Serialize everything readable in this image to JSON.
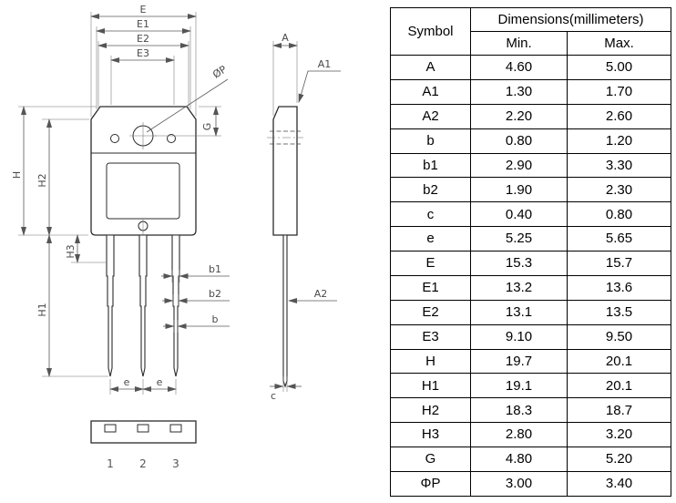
{
  "table": {
    "header": {
      "symbol": "Symbol",
      "dimensions": "Dimensions(millimeters)",
      "min": "Min.",
      "max": "Max."
    },
    "rows": [
      {
        "symbol": "A",
        "min": "4.60",
        "max": "5.00"
      },
      {
        "symbol": "A1",
        "min": "1.30",
        "max": "1.70"
      },
      {
        "symbol": "A2",
        "min": "2.20",
        "max": "2.60"
      },
      {
        "symbol": "b",
        "min": "0.80",
        "max": "1.20"
      },
      {
        "symbol": "b1",
        "min": "2.90",
        "max": "3.30"
      },
      {
        "symbol": "b2",
        "min": "1.90",
        "max": "2.30"
      },
      {
        "symbol": "c",
        "min": "0.40",
        "max": "0.80"
      },
      {
        "symbol": "e",
        "min": "5.25",
        "max": "5.65"
      },
      {
        "symbol": "E",
        "min": "15.3",
        "max": "15.7"
      },
      {
        "symbol": "E1",
        "min": "13.2",
        "max": "13.6"
      },
      {
        "symbol": "E2",
        "min": "13.1",
        "max": "13.5"
      },
      {
        "symbol": "E3",
        "min": "9.10",
        "max": "9.50"
      },
      {
        "symbol": "H",
        "min": "19.7",
        "max": "20.1"
      },
      {
        "symbol": "H1",
        "min": "19.1",
        "max": "20.1"
      },
      {
        "symbol": "H2",
        "min": "18.3",
        "max": "18.7"
      },
      {
        "symbol": "H3",
        "min": "2.80",
        "max": "3.20"
      },
      {
        "symbol": "G",
        "min": "4.80",
        "max": "5.20"
      },
      {
        "symbol": "ΦP",
        "min": "3.00",
        "max": "3.40"
      }
    ]
  },
  "drawing": {
    "front_view": {
      "dim_E": "E",
      "dim_E1": "E1",
      "dim_E2": "E2",
      "dim_E3": "E3",
      "dim_phiP": "ØP",
      "dim_G": "G",
      "dim_H": "H",
      "dim_H2": "H2",
      "dim_H3": "H3",
      "dim_H1": "H1",
      "dim_b1": "b1",
      "dim_b2": "b2",
      "dim_b": "b",
      "dim_e_left": "e",
      "dim_e_right": "e",
      "pin_numbers": [
        "1",
        "2",
        "3"
      ]
    },
    "side_view": {
      "dim_A": "A",
      "dim_A1": "A1",
      "dim_A2": "A2",
      "dim_c": "c"
    }
  }
}
